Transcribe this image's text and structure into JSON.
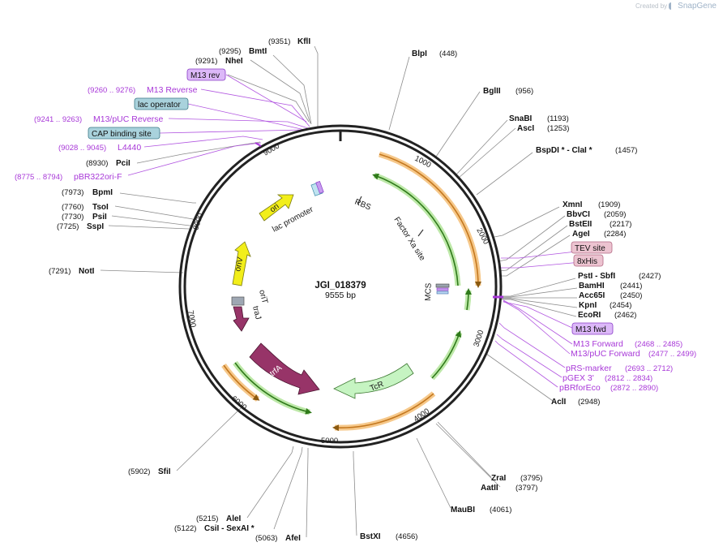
{
  "credit": {
    "prefix": "Created by",
    "brand": "SnapGene"
  },
  "plasmid": {
    "name": "JGI_018379",
    "size_label": "9555 bp",
    "length": 9555
  },
  "colors": {
    "orange_feature": "#e8a33d",
    "green_feature": "#4aa52c",
    "primer": "#a838d8",
    "trfA": "#973468",
    "ori": "#f2ee1a",
    "lac_promoter": "#f2ee1a",
    "TcR": "#c6f4c2"
  },
  "ticks": [
    "1000",
    "2000",
    "3000",
    "4000",
    "5000",
    "6000",
    "7000",
    "8000",
    "9000"
  ],
  "enzymes": [
    {
      "name": "KflI",
      "pos": "(9351)"
    },
    {
      "name": "BmtI",
      "pos": "(9295)"
    },
    {
      "name": "NheI",
      "pos": "(9291)"
    },
    {
      "name": "PciI",
      "pos": "(8930)"
    },
    {
      "name": "BpmI",
      "pos": "(7973)"
    },
    {
      "name": "TsoI",
      "pos": "(7760)"
    },
    {
      "name": "PsiI",
      "pos": "(7730)"
    },
    {
      "name": "SspI",
      "pos": "(7725)"
    },
    {
      "name": "NotI",
      "pos": "(7291)"
    },
    {
      "name": "SfiI",
      "pos": "(5902)"
    },
    {
      "name": "AleI",
      "pos": "(5215)"
    },
    {
      "name": "CsiI - SexAI *",
      "pos": "(5122)"
    },
    {
      "name": "AfeI",
      "pos": "(5063)"
    },
    {
      "name": "BstXI",
      "pos": "(4656)"
    },
    {
      "name": "MauBI",
      "pos": "(4061)"
    },
    {
      "name": "ZraI",
      "pos": "(3795)"
    },
    {
      "name": "AatII",
      "pos": "(3797)"
    },
    {
      "name": "AclI",
      "pos": "(2948)"
    },
    {
      "name": "BlpI",
      "pos": "(448)"
    },
    {
      "name": "BglII",
      "pos": "(956)"
    },
    {
      "name": "SnaBI",
      "pos": "(1193)"
    },
    {
      "name": "AscI",
      "pos": "(1253)"
    },
    {
      "name": "BspDI * - ClaI *",
      "pos": "(1457)"
    },
    {
      "name": "XmnI",
      "pos": "(1909)"
    },
    {
      "name": "BbvCI",
      "pos": "(2059)"
    },
    {
      "name": "BstEII",
      "pos": "(2217)"
    },
    {
      "name": "AgeI",
      "pos": "(2284)"
    },
    {
      "name": "PstI - SbfI",
      "pos": "(2427)"
    },
    {
      "name": "BamHI",
      "pos": "(2441)"
    },
    {
      "name": "Acc65I",
      "pos": "(2450)"
    },
    {
      "name": "KpnI",
      "pos": "(2454)"
    },
    {
      "name": "EcoRI",
      "pos": "(2462)"
    }
  ],
  "primers": [
    {
      "name": "M13 Reverse",
      "range": "(9260 .. 9276)"
    },
    {
      "name": "M13/pUC Reverse",
      "range": "(9241 .. 9263)"
    },
    {
      "name": "L4440",
      "range": "(9028 .. 9045)"
    },
    {
      "name": "pBR322ori-F",
      "range": "(8775 .. 8794)"
    },
    {
      "name": "M13 Forward",
      "range": "(2468 .. 2485)"
    },
    {
      "name": "M13/pUC Forward",
      "range": "(2477 .. 2499)"
    },
    {
      "name": "pRS-marker",
      "range": "(2693 .. 2712)"
    },
    {
      "name": "pGEX 3'",
      "range": "(2812 .. 2834)"
    },
    {
      "name": "pBRforEco",
      "range": "(2872 .. 2890)"
    }
  ],
  "boxed_labels": [
    "M13 rev",
    "lac operator",
    "CAP binding site",
    "TEV site",
    "8xHis",
    "M13 fwd"
  ],
  "features": [
    "lac promoter",
    "ori",
    "oriV",
    "oriT",
    "traJ",
    "trfA",
    "TcR",
    "RBS",
    "Factor Xa site",
    "MCS"
  ]
}
